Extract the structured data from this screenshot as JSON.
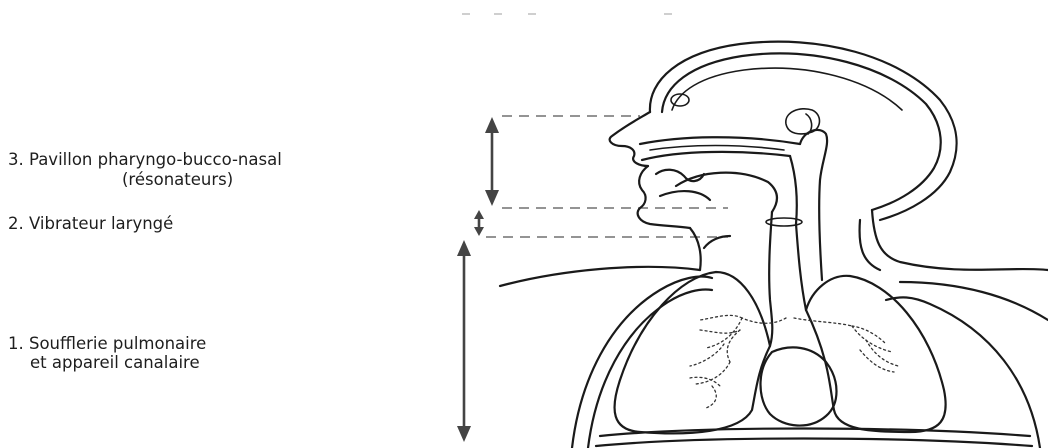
{
  "labels": {
    "resonators_line1": "3. Pavillon pharyngo-bucco-nasal",
    "resonators_line2": "(résonateurs)",
    "vibrator": "2. Vibrateur laryngé",
    "bellows_line1": "1. Soufflerie pulmonaire",
    "bellows_line2": "et appareil canalaire"
  }
}
